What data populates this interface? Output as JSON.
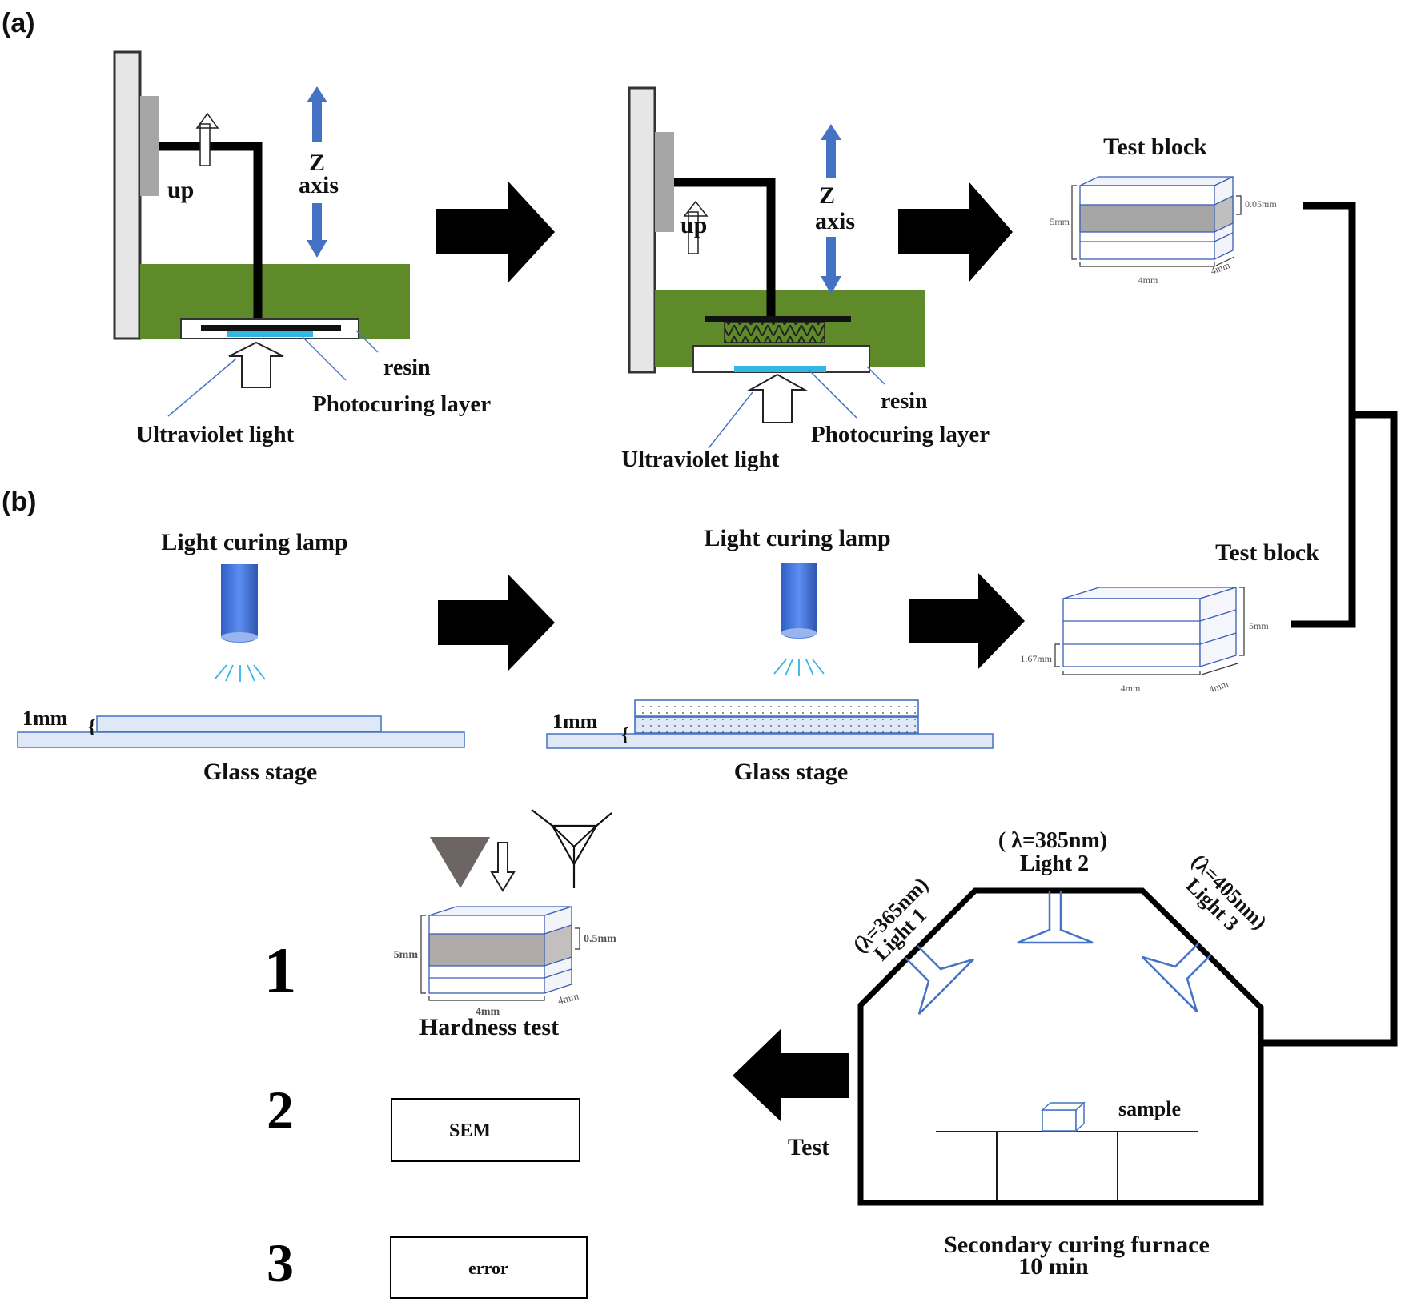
{
  "panels": {
    "a": "(a)",
    "b": "(b)"
  },
  "printer": {
    "up": "up",
    "z_axis_line1": "Z",
    "z_axis_line2": "axis",
    "resin": "resin",
    "photocuring_layer": "Photocuring layer",
    "ultraviolet_light": "Ultraviolet light"
  },
  "test_block_a": {
    "title": "Test block",
    "height": "5mm",
    "layer": "0.05mm",
    "width": "4mm",
    "depth": "4mm"
  },
  "lamp": {
    "light_curing_lamp": "Light curing lamp",
    "thickness": "1mm",
    "glass_stage": "Glass stage"
  },
  "test_block_b": {
    "title": "Test block",
    "height": "5mm",
    "layer": "1.67mm",
    "width": "4mm",
    "depth": "4mm"
  },
  "furnace": {
    "light1_wavelength": "(λ=365nm)",
    "light1": "Light 1",
    "light2_wavelength": "( λ=385nm)",
    "light2": "Light 2",
    "light3_wavelength": "(λ=405nm)",
    "light3": "Light 3",
    "sample": "sample",
    "caption_line1": "Secondary curing furnace",
    "caption_line2": "10 min",
    "test": "Test"
  },
  "tests": {
    "n1": "1",
    "n2": "2",
    "n3": "3",
    "hardness_test": "Hardness test",
    "block_height": "5mm",
    "block_layer": "0.5mm",
    "block_width": "4mm",
    "block_depth": "4mm",
    "sem": "SEM",
    "error": "error"
  },
  "colors": {
    "resin_green": "#5f8a2a",
    "axis_blue": "#4472c4",
    "cyan_layer": "#33b5e5",
    "frame_gray": "#e6e6e6"
  }
}
